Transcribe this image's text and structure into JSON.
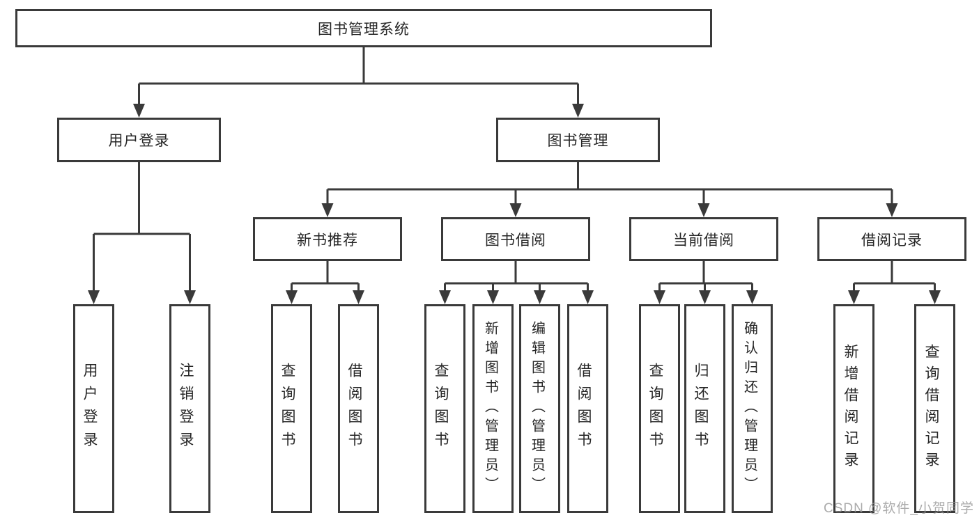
{
  "tree": {
    "label": "图书管理系统",
    "children": [
      {
        "label": "用户登录",
        "children": [
          {
            "label": "用户登录"
          },
          {
            "label": "注销登录"
          }
        ]
      },
      {
        "label": "图书管理",
        "children": [
          {
            "label": "新书推荐",
            "children": [
              {
                "label": "查询图书"
              },
              {
                "label": "借阅图书"
              }
            ]
          },
          {
            "label": "图书借阅",
            "children": [
              {
                "label": "查询图书"
              },
              {
                "label": "新增图书（管理员）"
              },
              {
                "label": "编辑图书（管理员）"
              },
              {
                "label": "借阅图书"
              }
            ]
          },
          {
            "label": "当前借阅",
            "children": [
              {
                "label": "查询图书"
              },
              {
                "label": "归还图书"
              },
              {
                "label": "确认归还（管理员）"
              }
            ]
          },
          {
            "label": "借阅记录",
            "children": [
              {
                "label": "新增借阅记录"
              },
              {
                "label": "查询借阅记录"
              }
            ]
          }
        ]
      }
    ]
  },
  "watermark": {
    "text": "CSDN @软件_小贺同学"
  },
  "colors": {
    "line": "#3a3a3a",
    "text": "#262626",
    "background": "#ffffff",
    "watermark": "#969696"
  }
}
